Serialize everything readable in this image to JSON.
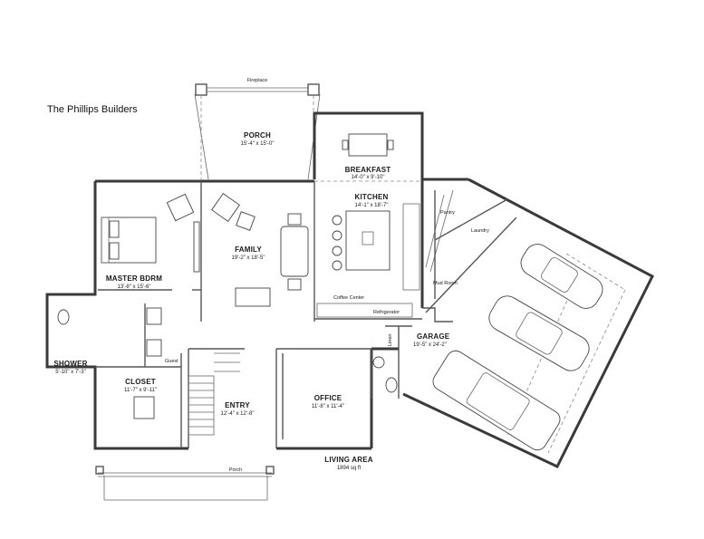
{
  "brand": "The Phillips Builders",
  "labels": {
    "fireplace": "Fireplace",
    "porch_top": {
      "name": "PORCH",
      "dim": "15'-4\" x 15'-0\""
    },
    "breakfast": {
      "name": "BREAKFAST",
      "dim": "14'-0\" x 9'-10\""
    },
    "kitchen": {
      "name": "KITCHEN",
      "dim": "14'-1\" x 18'-7\""
    },
    "pantry": "Pantry",
    "laundry": "Laundry",
    "mud_room": "Mud Room",
    "coffee_center": "Coffee Center",
    "refrigerator": "Refrigerator",
    "family": {
      "name": "FAMILY",
      "dim": "19'-2\" x 18'-5\""
    },
    "master": {
      "name": "MASTER BDRM",
      "dim": "13'-8\" x 15'-6\""
    },
    "shower": {
      "name": "SHOWER",
      "dim": "5'-10\" x 7'-3\""
    },
    "closet": {
      "name": "CLOSET",
      "dim": "11'-7\" x 9'-11\""
    },
    "guest": "Guest",
    "entry": {
      "name": "ENTRY",
      "dim": "12'-4\" x 12'-8\""
    },
    "office": {
      "name": "OFFICE",
      "dim": "11'-8\" x 11'-4\""
    },
    "linen": "Linen",
    "garage": {
      "name": "GARAGE",
      "dim": "19'-5\" x 24'-2\""
    },
    "porch_bottom": "Porch",
    "living_area": {
      "name": "LIVING AREA",
      "dim": "1894 sq ft"
    }
  }
}
